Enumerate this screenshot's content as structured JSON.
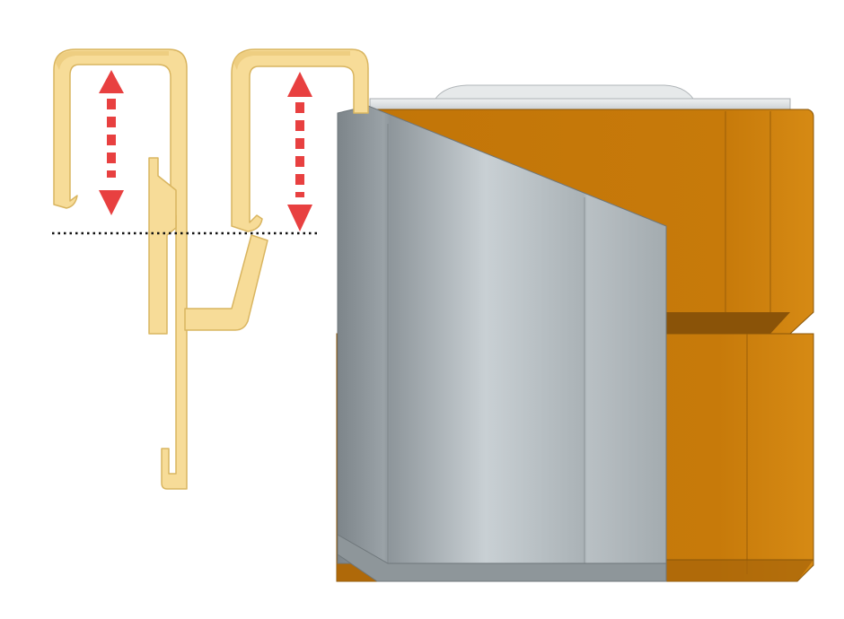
{
  "figure": {
    "kind": "cad-render",
    "colors": {
      "background": "#ffffff",
      "clip_fill": "#f7dc98",
      "clip_edge": "#d9b560",
      "body_orange": "#c77a0a",
      "body_orange_dark": "#a5630a",
      "body_orange_light": "#d68a14",
      "cylinder_light": "#c9d0d4",
      "cylinder_mid": "#9aa2a7",
      "cylinder_dark": "#7d858a",
      "top_gray": "#dde1e3",
      "arrow_red": "#e84040",
      "reference_line": "#111111"
    },
    "parts": {
      "clip": "spring-clip",
      "housing": "orange-housing",
      "cylinder": "gray-cylinder"
    },
    "annotations": [
      {
        "type": "double-arrow",
        "style": "dashed",
        "color": "#e84040"
      },
      {
        "type": "double-arrow",
        "style": "dashed",
        "color": "#e84040"
      },
      {
        "type": "reference-line",
        "style": "dotted",
        "color": "#111111"
      }
    ]
  }
}
